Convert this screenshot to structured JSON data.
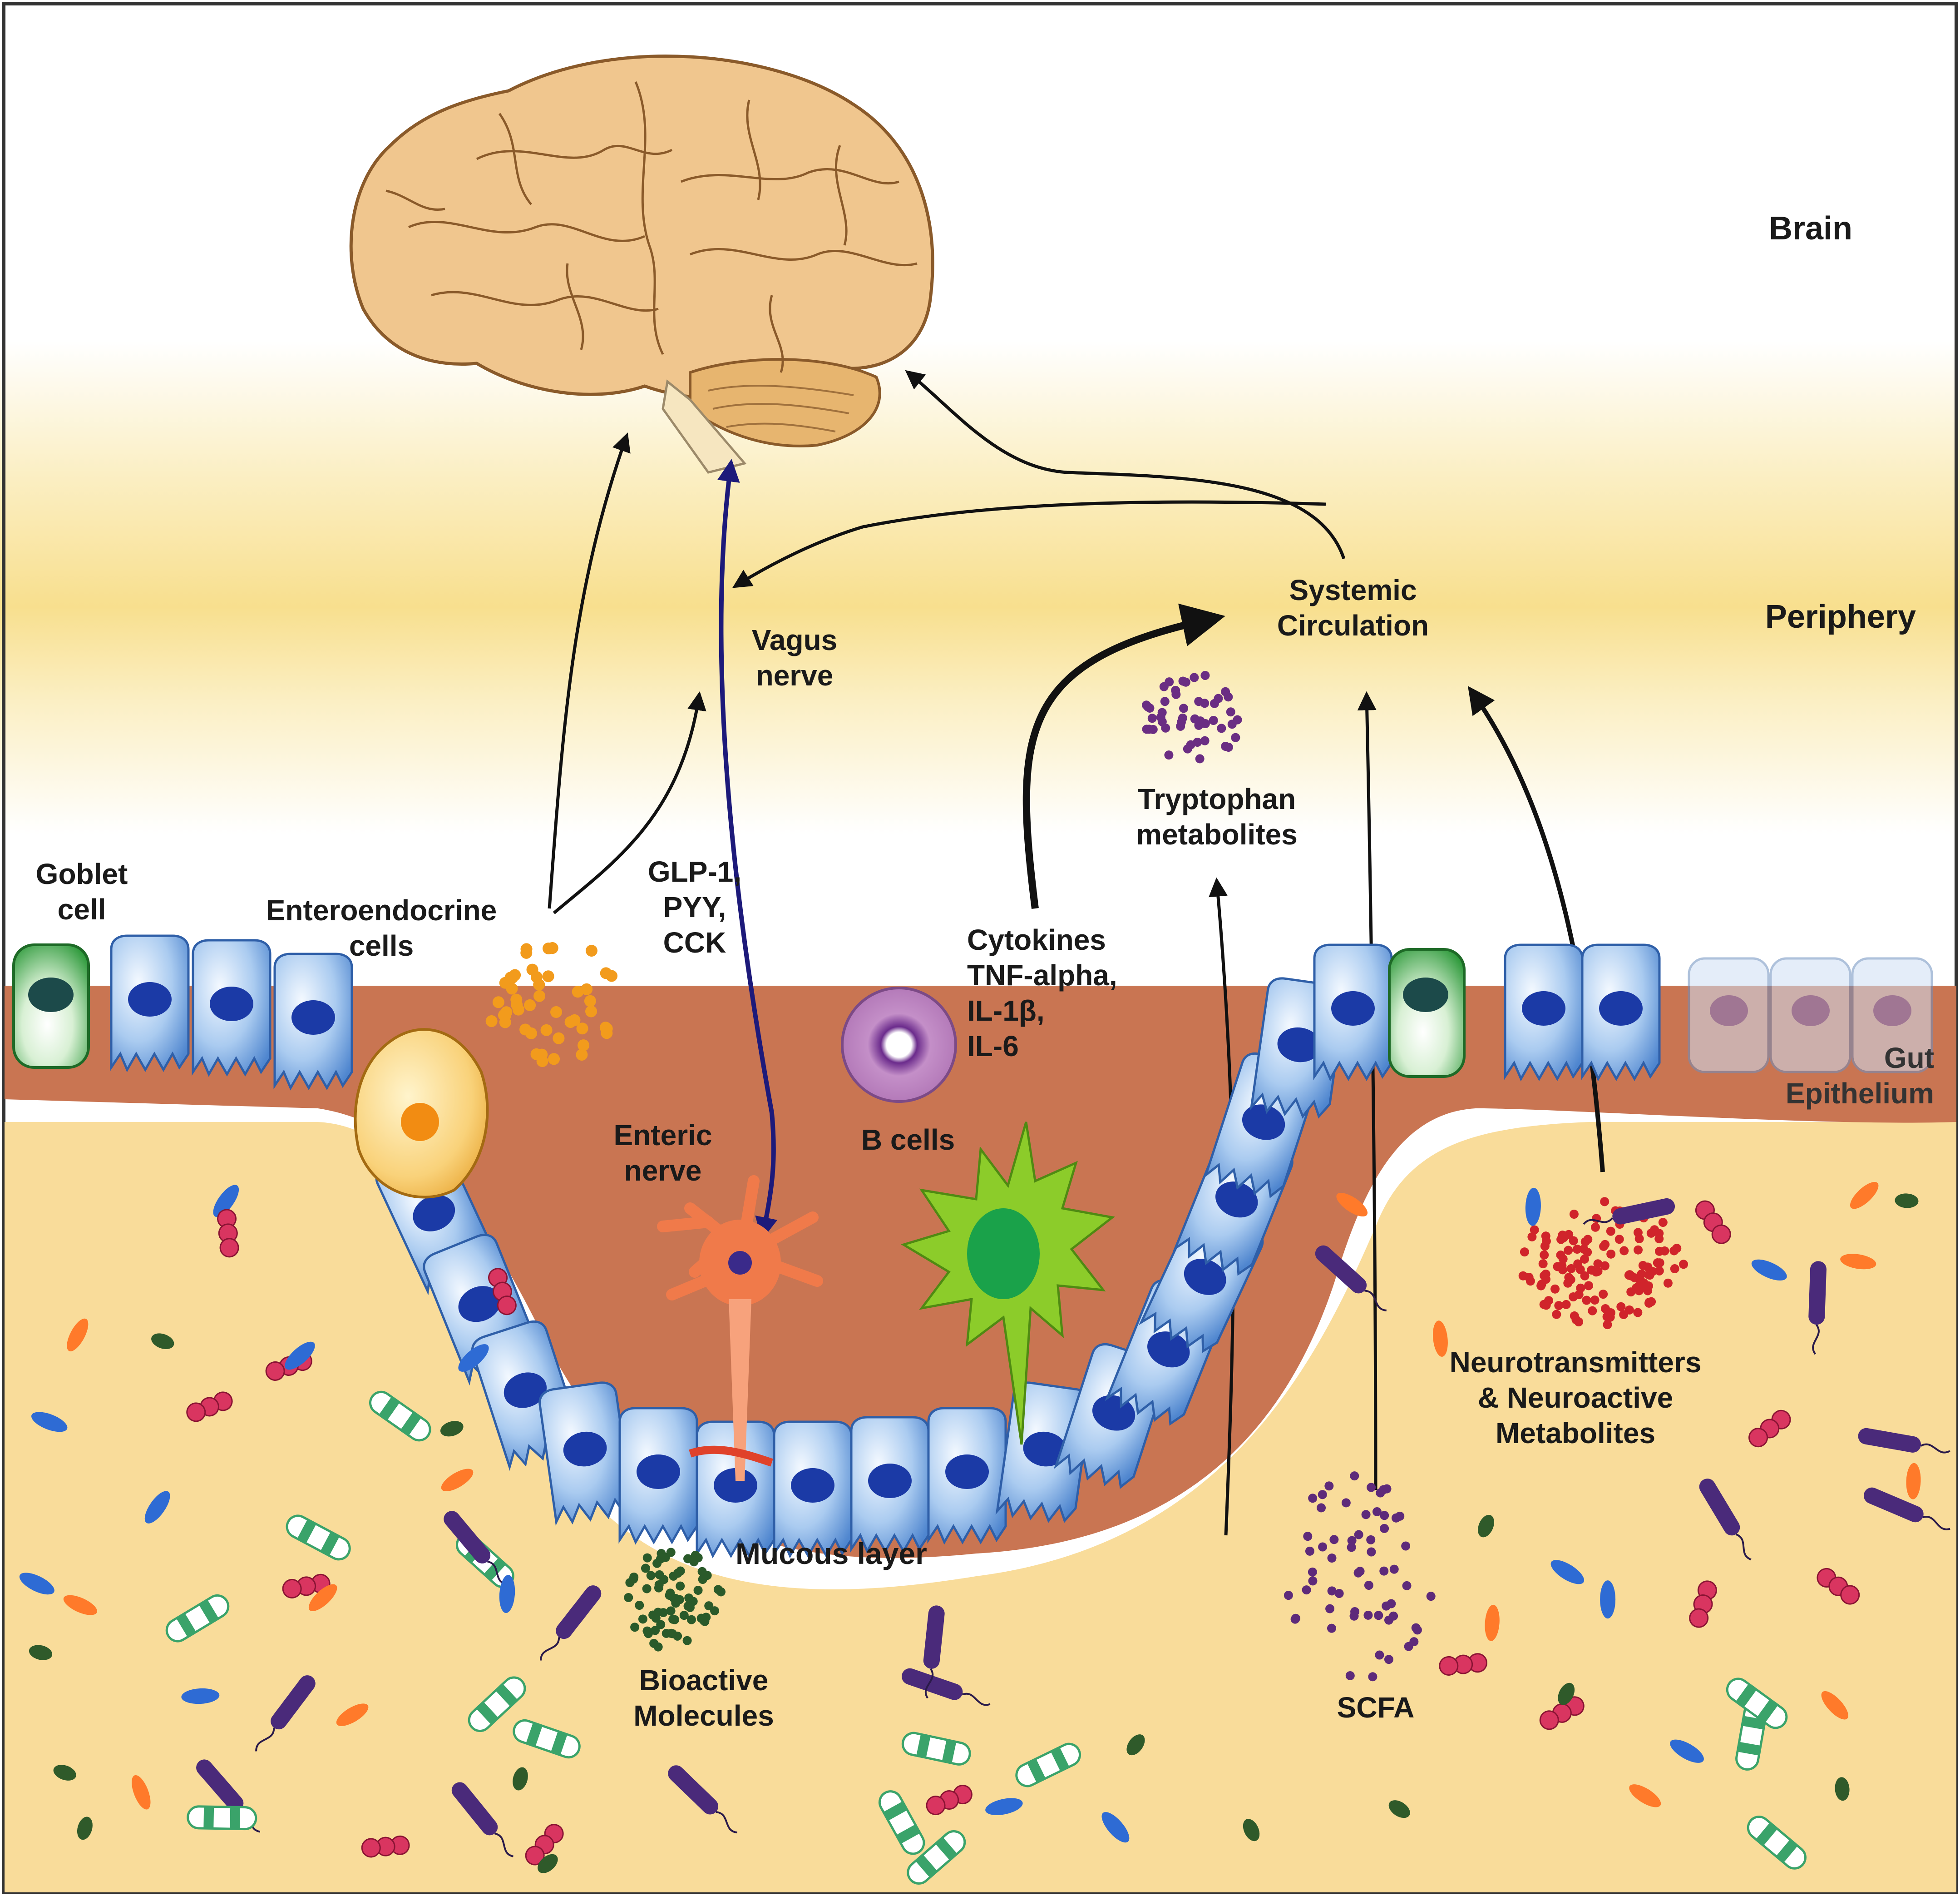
{
  "regions": {
    "brain": "Brain",
    "periphery": "Periphery",
    "gut_epithelium": "Gut\nEpithelium",
    "mucous_layer": "Mucous layer"
  },
  "labels": {
    "goblet_cell": "Goblet\ncell",
    "enteroendocrine_cells": "Enteroendocrine\ncells",
    "hormones": "GLP-1,\nPYY,\nCCK",
    "vagus_nerve": "Vagus\nnerve",
    "enteric_nerve": "Enteric\nnerve",
    "b_cells": "B cells",
    "cytokines": "Cytokines\nTNF-alpha,\nIL-1β,\nIL-6",
    "tryptophan": "Tryptophan\nmetabolites",
    "systemic_circulation": "Systemic\nCirculation",
    "neurotransmitters": "Neurotransmitters\n& Neuroactive\nMetabolites",
    "bioactive_molecules": "Bioactive\nMolecules",
    "scfa": "SCFA"
  },
  "colors": {
    "periphery_band": "#f8df8e",
    "lumen": "#f9dc9a",
    "mucus": "#c97552",
    "epithelial_cell": "#aacbf0",
    "nucleus": "#1b3aa6",
    "goblet_cell": "#2f9a3c",
    "enteroendocrine_cell": "#f4b53c",
    "vagus_arrow": "#1d1a7a",
    "enteroendocrine_granules": "#f29b1c",
    "tryptophan_dots": "#6a2d83",
    "neurotransmitter_dots": "#d0242b",
    "bioactive_dots": "#2a5a2a",
    "scfa_dots": "#5e2a7a",
    "b_cell": "#c48fc8",
    "dendritic_cell": "#8ccc2a",
    "neuron": "#f07a4a"
  }
}
